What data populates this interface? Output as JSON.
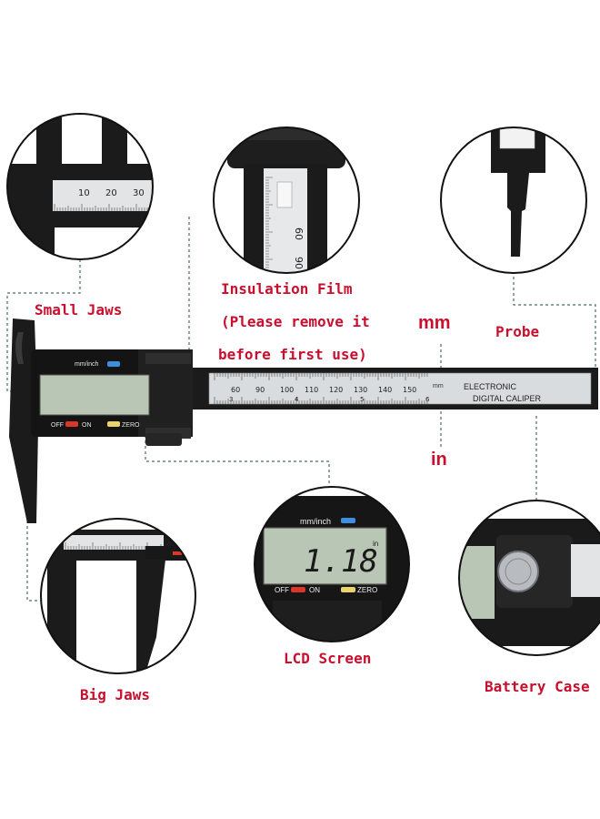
{
  "labels": {
    "small_jaws": "Small Jaws",
    "insulation_film": "Insulation Film",
    "insulation_note_1": "(Please remove it",
    "insulation_note_2": "before first use)",
    "mm_unit": "mm",
    "in_unit": "in",
    "probe": "Probe",
    "big_jaws": "Big Jaws",
    "lcd_screen": "LCD Screen",
    "battery_case": "Battery Case"
  },
  "caliper": {
    "unit_button": "mm/inch",
    "off_label": "OFF",
    "on_label": "ON",
    "zero_label": "ZERO",
    "brand_line_1": "ELECTRONIC",
    "brand_line_2": "DIGITAL CALIPER",
    "scale_unit": "mm",
    "scale_numbers": [
      "60",
      "90",
      "100",
      "110",
      "120",
      "130",
      "140",
      "150"
    ],
    "inch_numbers": [
      "3",
      "4",
      "5",
      "6"
    ]
  },
  "lcd_detail": {
    "unit_button": "mm/inch",
    "reading": "1.18",
    "reading_unit": "in",
    "off_label": "OFF",
    "on_label": "ON",
    "zero_label": "ZERO"
  },
  "small_jaws_detail": {
    "scale_numbers": [
      "10",
      "20",
      "30"
    ]
  },
  "insulation_detail": {
    "scale_numbers": [
      "60",
      "90"
    ]
  },
  "colors": {
    "label_red": "#c8102e",
    "caliper_black": "#1b1b1b",
    "lcd_green": "#b9c6b5",
    "button_red": "#d9372a",
    "button_blue": "#3d8fe0",
    "button_yellow": "#e8d46a",
    "guide_line": "#4a6b70"
  }
}
